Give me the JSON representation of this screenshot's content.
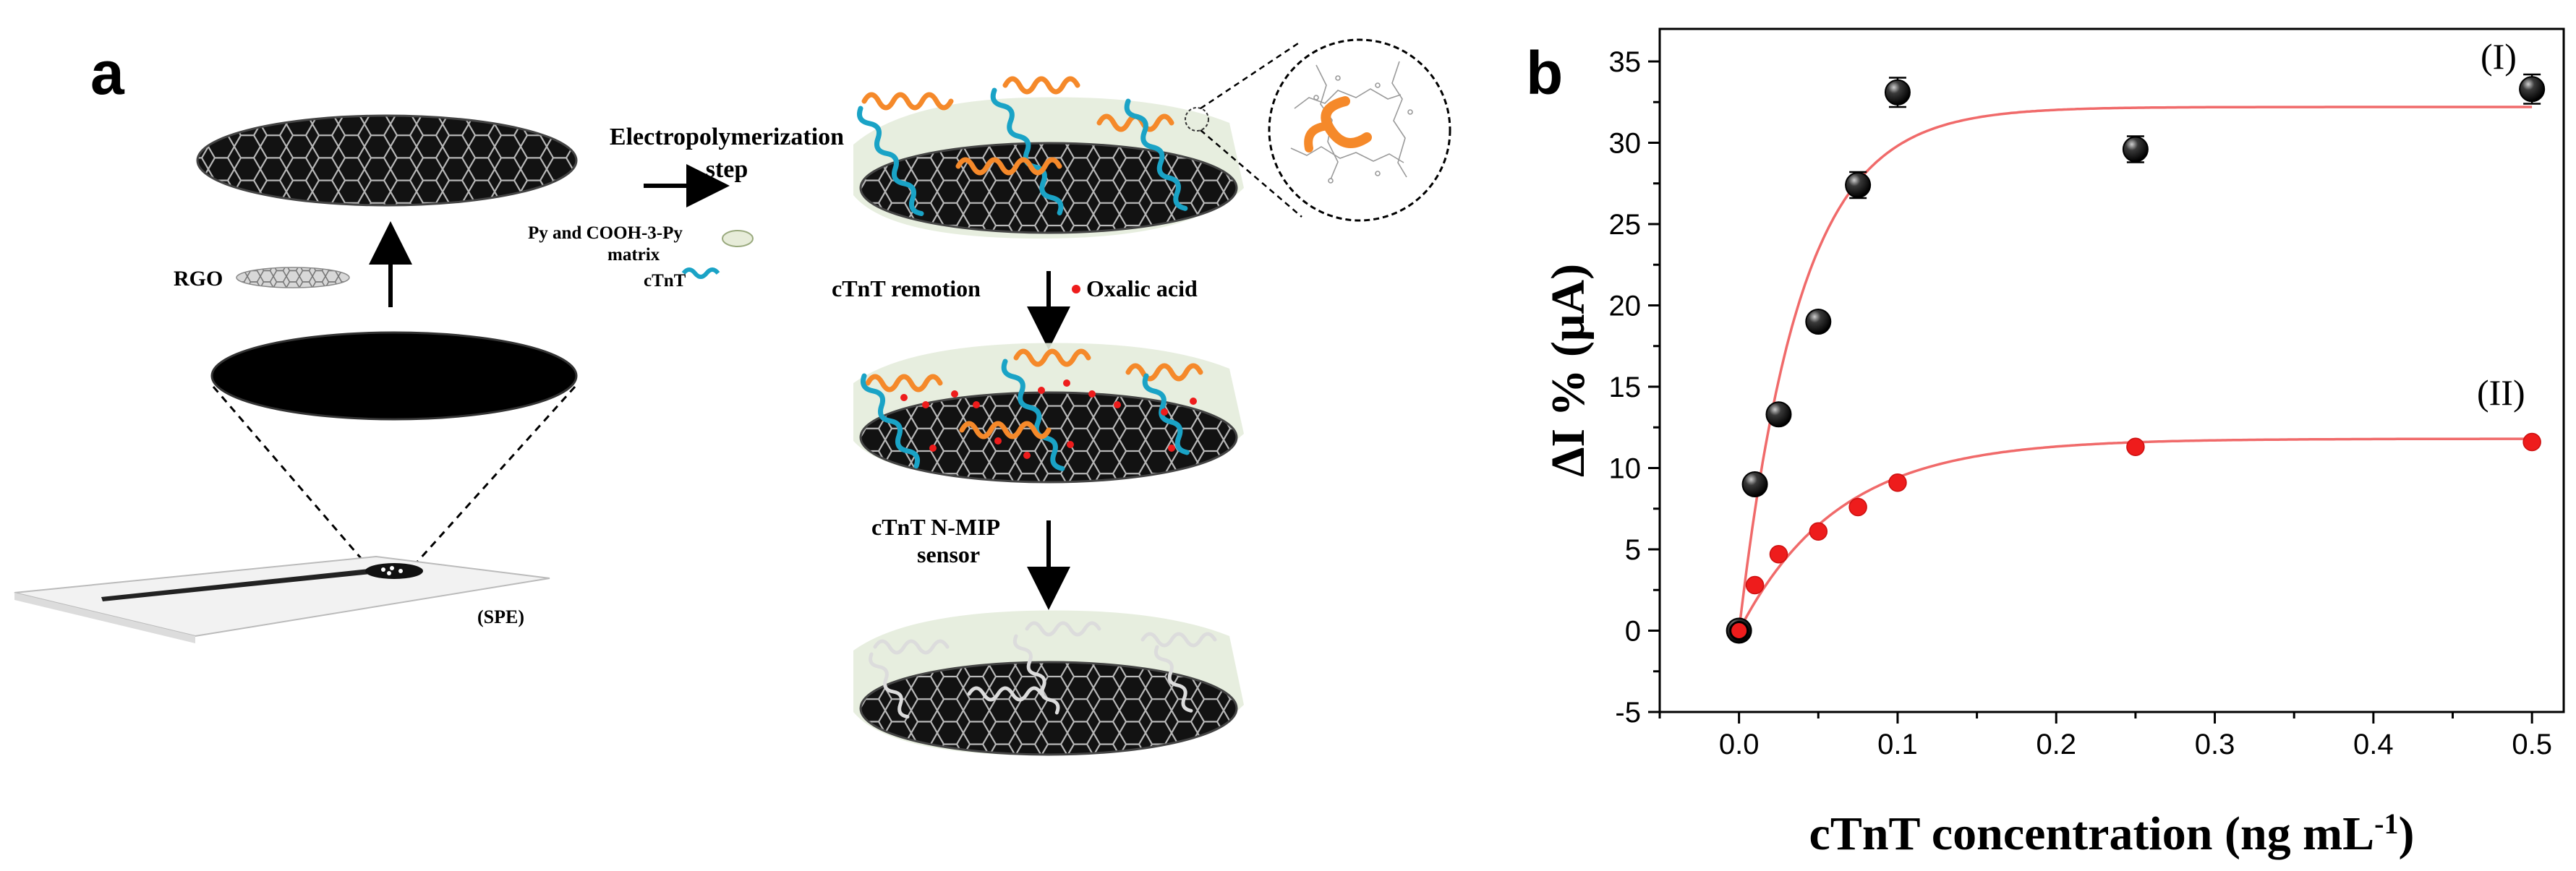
{
  "panel_a": {
    "letter": "a",
    "labels": {
      "electropolymerization": "Electropolymerization",
      "step": "step",
      "py_matrix_line1": "Py and COOH-3-Py",
      "py_matrix_line2": "matrix",
      "ctnt": "cTnT",
      "rgo": "RGO",
      "spe": "(SPE)",
      "remotion": "cTnT remotion",
      "oxalic": "Oxalic acid",
      "sensor_line1": "cTnT N-MIP",
      "sensor_line2": "sensor"
    }
  },
  "panel_b": {
    "letter": "b",
    "series_labels": [
      "(I)",
      "(II)"
    ]
  },
  "colors": {
    "series_I": "#111111",
    "series_II": "#ee1c1c",
    "fit": "#f06a6a",
    "helix_cyan": "#1aa3c6",
    "helix_orange": "#f5892a",
    "electrode": "#1b1b1b",
    "matrix_green": "#dfead2"
  },
  "chart_data": {
    "type": "scatter",
    "xlabel": "cTnT concentration (ng mL",
    "xlabel_sup": "-1",
    "xlabel_close": ")",
    "ylabel": "ΔI % (μA)",
    "xlim": [
      -0.05,
      0.52
    ],
    "ylim": [
      -5,
      37
    ],
    "xticks": [
      0.0,
      0.1,
      0.2,
      0.3,
      0.4,
      0.5
    ],
    "xtick_labels": [
      "0.0",
      "0.1",
      "0.2",
      "0.3",
      "0.4",
      "0.5"
    ],
    "yticks": [
      -5,
      0,
      5,
      10,
      15,
      20,
      25,
      30,
      35
    ],
    "ytick_labels": [
      "-5",
      "0",
      "5",
      "10",
      "15",
      "20",
      "25",
      "30",
      "35"
    ],
    "grid": false,
    "series": [
      {
        "name": "(I)",
        "x": [
          0.0,
          0.01,
          0.025,
          0.05,
          0.075,
          0.1,
          0.25,
          0.5
        ],
        "y": [
          0.0,
          9.0,
          13.3,
          19.0,
          27.4,
          33.1,
          29.6,
          33.3
        ],
        "err": [
          0,
          0,
          0,
          0,
          0.8,
          0.9,
          0.8,
          0.9
        ]
      },
      {
        "name": "(II)",
        "x": [
          0.0,
          0.01,
          0.025,
          0.05,
          0.075,
          0.1,
          0.25,
          0.5
        ],
        "y": [
          0.0,
          2.8,
          4.7,
          6.1,
          7.6,
          9.1,
          11.3,
          11.6
        ],
        "err": [
          0,
          0,
          0,
          0,
          0,
          0,
          0,
          0
        ]
      }
    ],
    "fits": [
      {
        "series": "(I)",
        "amplitude": 32.2,
        "rate": 26
      },
      {
        "series": "(II)",
        "amplitude": 11.8,
        "rate": 16
      }
    ]
  }
}
